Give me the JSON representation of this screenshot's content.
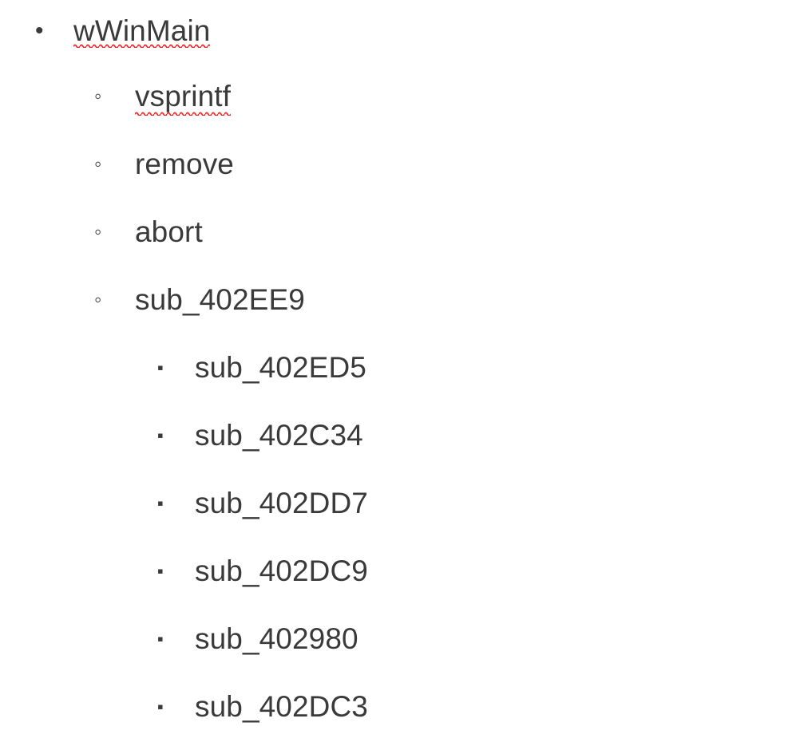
{
  "document": {
    "type": "outline-list",
    "background_color": "#ffffff",
    "text_color": "#3a3a3a",
    "spellcheck_underline_color": "#ef2b2b",
    "markers": {
      "level1": "•",
      "level2": "◦",
      "level3": "▪"
    }
  },
  "outline": {
    "items": [
      {
        "label": "wWinMain",
        "level": 1,
        "marker": "•",
        "misspelled": true,
        "children": [
          {
            "label": "vsprintf",
            "level": 2,
            "marker": "◦",
            "misspelled": true,
            "children": []
          },
          {
            "label": "remove",
            "level": 2,
            "marker": "◦",
            "misspelled": false,
            "children": []
          },
          {
            "label": "abort",
            "level": 2,
            "marker": "◦",
            "misspelled": false,
            "children": []
          },
          {
            "label": "sub_402EE9",
            "level": 2,
            "marker": "◦",
            "misspelled": false,
            "children": [
              {
                "label": "sub_402ED5",
                "level": 3,
                "marker": "▪",
                "misspelled": false,
                "children": []
              },
              {
                "label": "sub_402C34",
                "level": 3,
                "marker": "▪",
                "misspelled": false,
                "children": []
              },
              {
                "label": "sub_402DD7",
                "level": 3,
                "marker": "▪",
                "misspelled": false,
                "children": []
              },
              {
                "label": "sub_402DC9",
                "level": 3,
                "marker": "▪",
                "misspelled": false,
                "children": []
              },
              {
                "label": "sub_402980",
                "level": 3,
                "marker": "▪",
                "misspelled": false,
                "children": []
              },
              {
                "label": "sub_402DC3",
                "level": 3,
                "marker": "▪",
                "misspelled": false,
                "children": []
              }
            ]
          }
        ]
      }
    ]
  }
}
